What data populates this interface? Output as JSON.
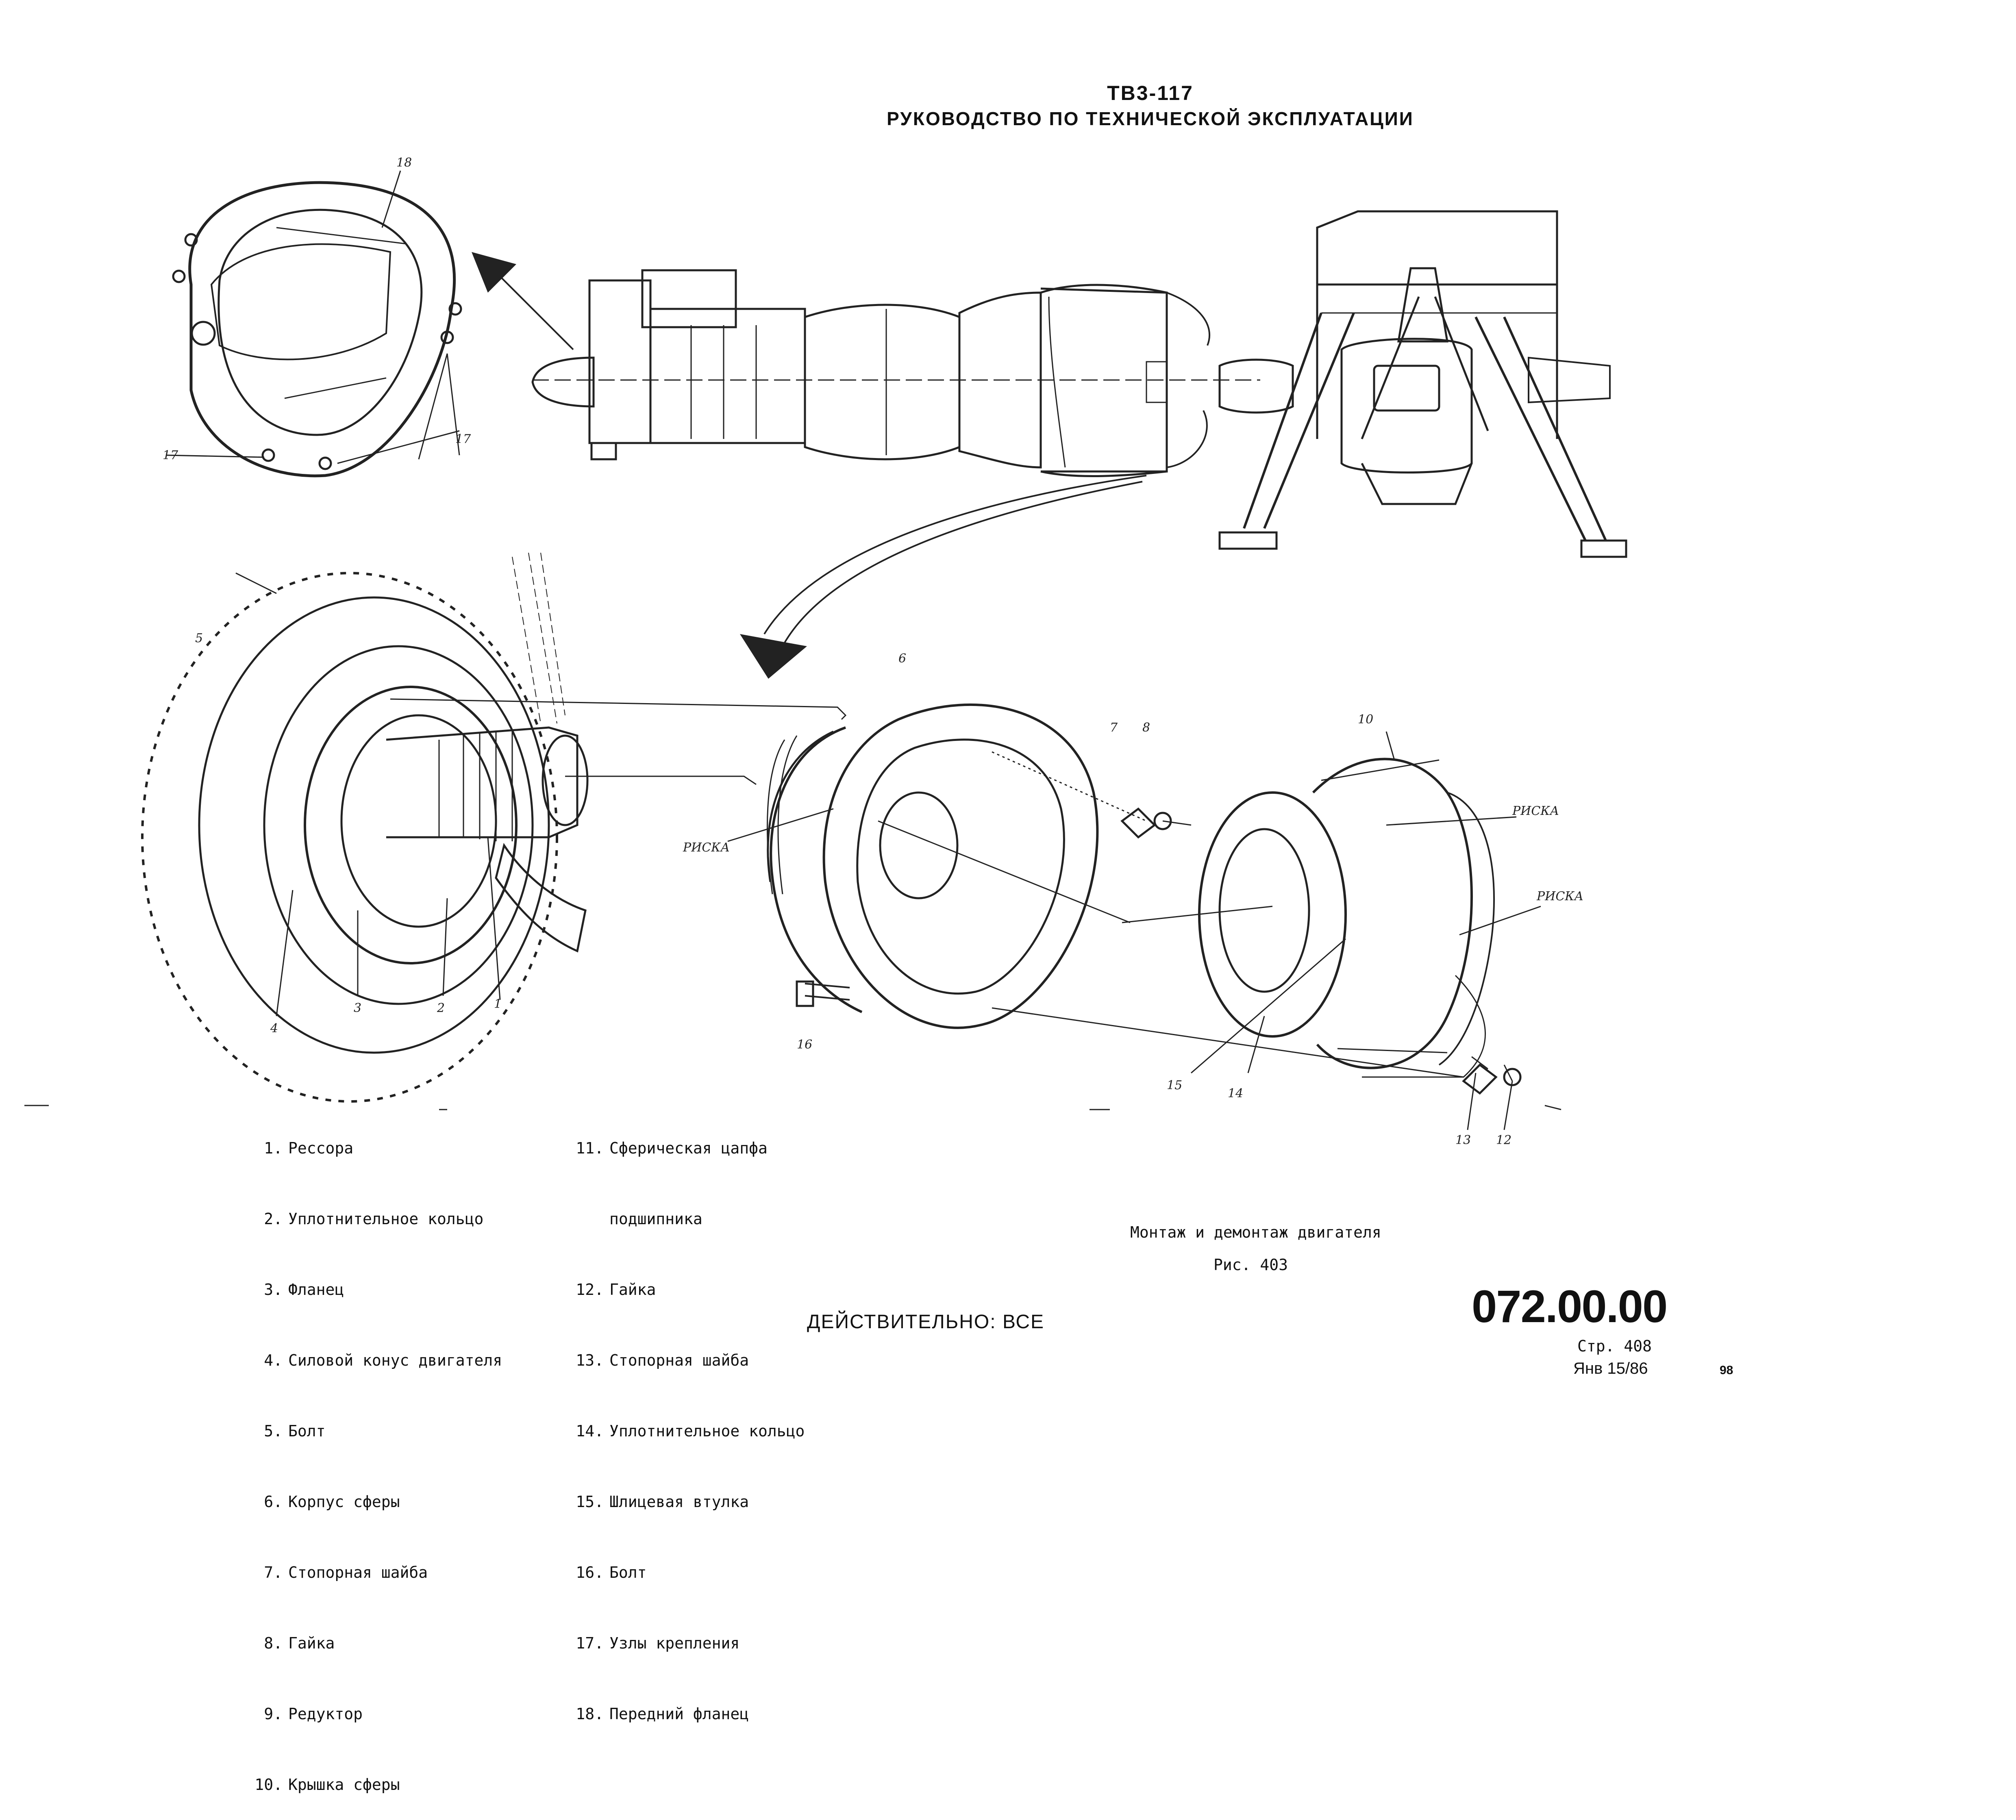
{
  "header": {
    "title": "ТВ3-117",
    "subtitle": "РУКОВОДСТВО ПО ТЕХНИЧЕСКОЙ ЭКСПЛУАТАЦИИ"
  },
  "callouts": {
    "c1": "1",
    "c2": "2",
    "c3": "3",
    "c4": "4",
    "c5": "5",
    "c6": "6",
    "c7": "7",
    "c8": "8",
    "c10": "10",
    "c12": "12",
    "c13": "13",
    "c14": "14",
    "c15": "15",
    "c16": "16",
    "c17a": "17",
    "c17b": "17",
    "c18": "18",
    "risk1": "РИСКА",
    "risk2": "РИСКА",
    "risk3": "РИСКА"
  },
  "legend_left": [
    {
      "num": "1.",
      "text": "Рессора"
    },
    {
      "num": "2.",
      "text": "Уплотнительное кольцо"
    },
    {
      "num": "3.",
      "text": "Фланец"
    },
    {
      "num": "4.",
      "text": "Силовой конус двигателя"
    },
    {
      "num": "5.",
      "text": "Болт"
    },
    {
      "num": "6.",
      "text": "Корпус сферы"
    },
    {
      "num": "7.",
      "text": "Стопорная шайба"
    },
    {
      "num": "8.",
      "text": "Гайка"
    },
    {
      "num": "9.",
      "text": "Редуктор"
    },
    {
      "num": "10.",
      "text": "Крышка сферы"
    }
  ],
  "legend_right": [
    {
      "num": "11.",
      "text": "Сферическая цапфа"
    },
    {
      "num": "",
      "text": "подшипника"
    },
    {
      "num": "12.",
      "text": "Гайка"
    },
    {
      "num": "13.",
      "text": "Стопорная шайба"
    },
    {
      "num": "14.",
      "text": "Уплотнительное кольцо"
    },
    {
      "num": "15.",
      "text": "Шлицевая втулка"
    },
    {
      "num": "16.",
      "text": "Болт"
    },
    {
      "num": "17.",
      "text": "Узлы крепления"
    },
    {
      "num": "18.",
      "text": "Передний фланец"
    }
  ],
  "caption": {
    "title": "Монтаж и демонтаж двигателя",
    "figure": "Рис. 403"
  },
  "footer": {
    "validity": "ДЕЙСТВИТЕЛЬНО: ВСЕ",
    "doc_number": "072.00.00",
    "page": "Стр. 408",
    "date": "Янв 15/86",
    "margin_number": "98"
  }
}
